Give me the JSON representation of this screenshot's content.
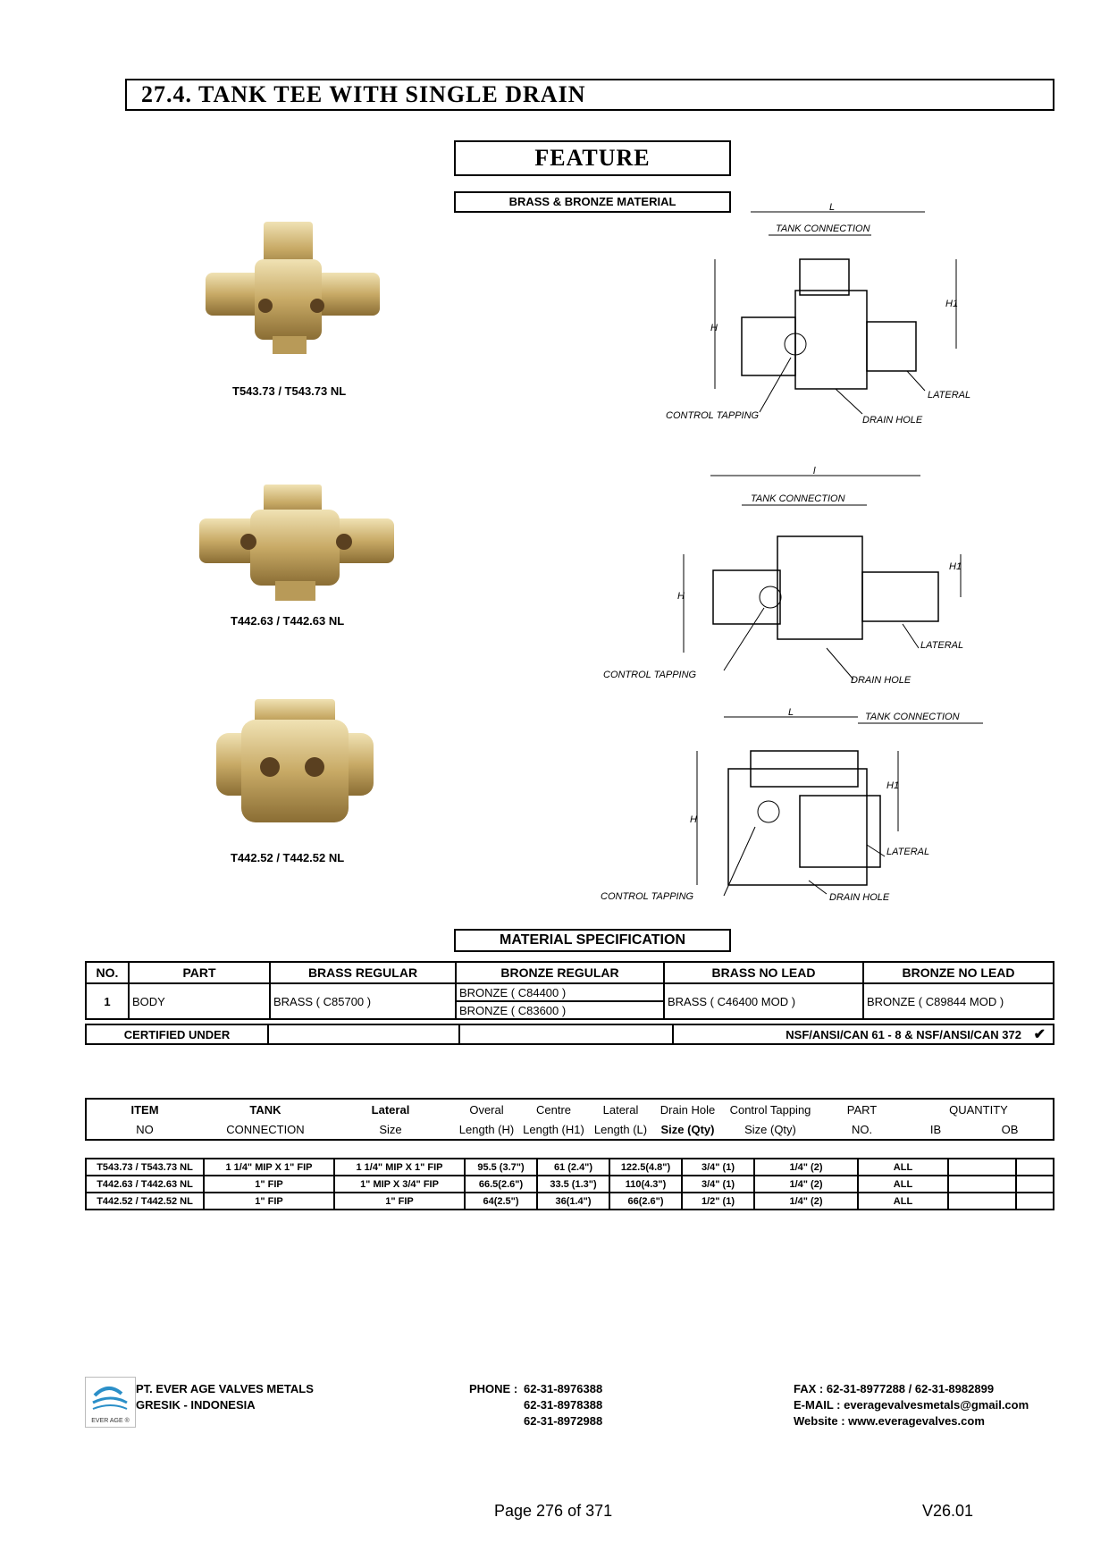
{
  "section_title": "27.4. TANK TEE WITH SINGLE DRAIN",
  "feature_title": "FEATURE",
  "material_note": "BRASS & BRONZE MATERIAL",
  "products": [
    {
      "label": "T543.73 / T543.73 NL"
    },
    {
      "label": "T442.63 / T442.63 NL"
    },
    {
      "label": "T442.52 / T442.52 NL"
    }
  ],
  "diagram_labels": {
    "tank_connection": "TANK CONNECTION",
    "lateral": "LATERAL",
    "control_tapping": "CONTROL TAPPING",
    "drain_hole": "DRAIN HOLE",
    "L": "L",
    "l": "l",
    "H": "H",
    "H1": "H1"
  },
  "material_spec_title": "MATERIAL SPECIFICATION",
  "material_table": {
    "headers": [
      "NO.",
      "PART",
      "BRASS REGULAR",
      "BRONZE REGULAR",
      "BRASS NO LEAD",
      "BRONZE NO LEAD"
    ],
    "row": {
      "no": "1",
      "part": "BODY",
      "brass_regular": "BRASS ( C85700 )",
      "bronze_regular_1": "BRONZE ( C84400 )",
      "bronze_regular_2": "BRONZE ( C83600 )",
      "brass_no_lead": "BRASS ( C46400 MOD )",
      "bronze_no_lead": "BRONZE ( C89844 MOD )"
    },
    "certified_label": "CERTIFIED UNDER",
    "certified_value": "NSF/ANSI/CAN 61 - 8 & NSF/ANSI/CAN 372"
  },
  "items_table": {
    "header_top": [
      "ITEM",
      "TANK",
      "Lateral",
      "Overal",
      "Centre",
      "Lateral",
      "Drain Hole",
      "Control Tapping",
      "PART",
      "QUANTITY"
    ],
    "header_bottom": [
      "NO",
      "CONNECTION",
      "Size",
      "Length (H)",
      "Length (H1)",
      "Length (L)",
      "Size (Qty)",
      "Size (Qty)",
      "NO.",
      "IB",
      "OB"
    ],
    "rows": [
      [
        "T543.73 / T543.73 NL",
        "1 1/4\" MIP X 1\" FIP",
        "1 1/4\" MIP X 1\" FIP",
        "95.5 (3.7\")",
        "61 (2.4\")",
        "122.5(4.8\")",
        "3/4\" (1)",
        "1/4\" (2)",
        "ALL",
        "",
        ""
      ],
      [
        "T442.63 / T442.63 NL",
        "1\" FIP",
        "1\" MIP X 3/4\" FIP",
        "66.5(2.6\")",
        "33.5 (1.3\")",
        "110(4.3\")",
        "3/4\" (1)",
        "1/4\" (2)",
        "ALL",
        "",
        ""
      ],
      [
        "T442.52 / T442.52 NL",
        "1\" FIP",
        "1\" FIP",
        "64(2.5\")",
        "36(1.4\")",
        "66(2.6\")",
        "1/2\" (1)",
        "1/4\" (2)",
        "ALL",
        "",
        ""
      ]
    ]
  },
  "footer": {
    "logo_text": "EVER AGE ®",
    "company": "PT. EVER AGE VALVES METALS",
    "location": "GRESIK - INDONESIA",
    "phone_label": "PHONE :",
    "phones": [
      "62-31-8976388",
      "62-31-8978388",
      "62-31-8972988"
    ],
    "fax": "FAX  : 62-31-8977288 / 62-31-8982899",
    "email": "E-MAIL  : everagevalvesmetals@gmail.com",
    "website": "Website  : www.everagevalves.com"
  },
  "page_number": "Page 276 of 371",
  "version": "V26.01",
  "colors": {
    "brass_light": "#e2cf98",
    "brass_mid": "#c4a765",
    "brass_dark": "#8a6d34",
    "logo_blue": "#2b8fc8"
  }
}
